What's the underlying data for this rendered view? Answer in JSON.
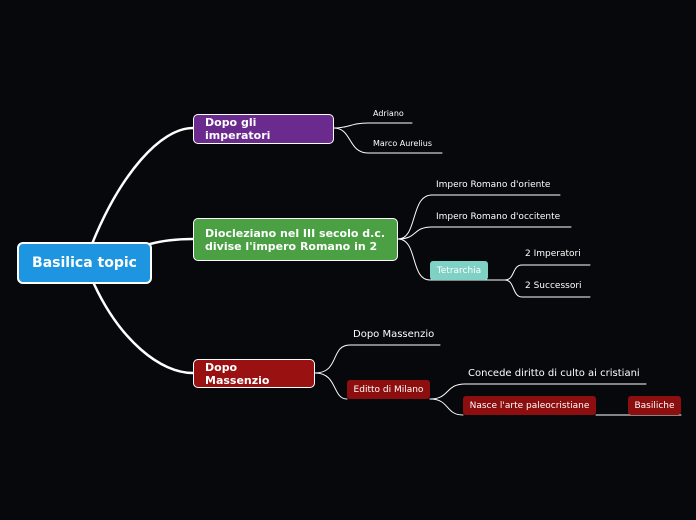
{
  "root": {
    "label": "Basilica topic"
  },
  "branches": [
    {
      "label": "Dopo gli imperatori",
      "children": [
        "Adriano",
        "Marco Aurelius"
      ]
    },
    {
      "label": "Diocleziano nel III secolo d.c. divise l'impero Romano in 2",
      "children": [
        "Impero Romano d'oriente",
        "Impero Romano d'occitente"
      ],
      "sub": {
        "label": "Tetrarchia",
        "children": [
          "2 Imperatori",
          "2 Successori"
        ]
      }
    },
    {
      "label": "Dopo Massenzio",
      "children": [
        "Dopo Massenzio"
      ],
      "sub": {
        "label": "Editto di Milano",
        "children": [
          "Concede diritto di culto ai cristiani"
        ],
        "sub": {
          "label": "Nasce l'arte paleocristiane",
          "children": [
            "Basiliche"
          ]
        }
      }
    }
  ],
  "colors": {
    "background": "#07080b",
    "root": "#1e95e0",
    "branch1": "#6a2a8e",
    "branch2": "#4aa043",
    "branch3": "#9a1111",
    "tetrarchia": "#7fd1c6",
    "dark_red": "#8c0e0e"
  }
}
